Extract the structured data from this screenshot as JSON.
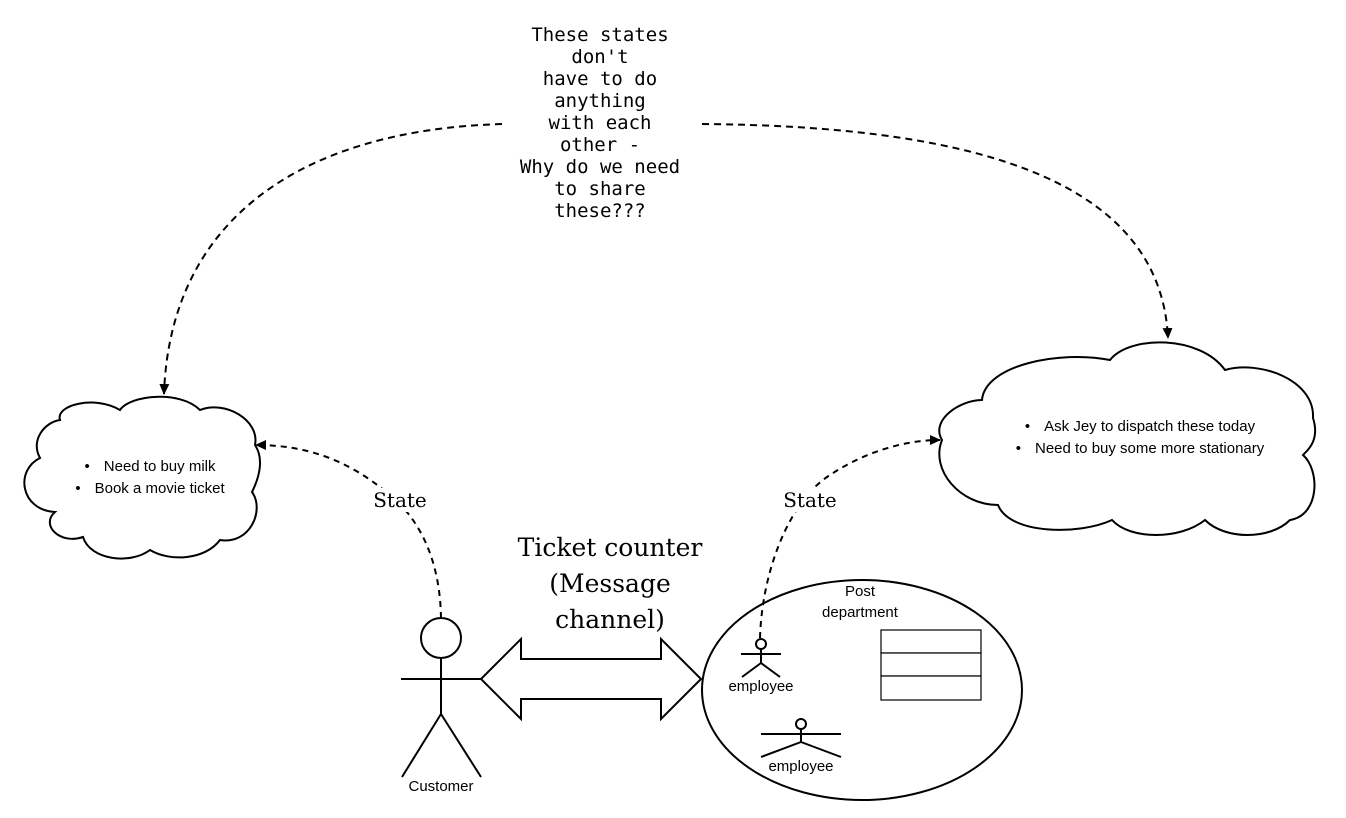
{
  "diagram": {
    "note": {
      "text": "These states\ndon't\nhave to do\nanything\nwith each\nother -\nWhy do we need\nto share\nthese???"
    },
    "left_cloud": {
      "items": [
        "Need to buy milk",
        "Book a movie ticket"
      ]
    },
    "right_cloud": {
      "items": [
        "Ask Jey to dispatch these today",
        "Need to buy some more stationary"
      ]
    },
    "left_state_label": "State",
    "right_state_label": "State",
    "channel_label": {
      "line1": "Ticket counter",
      "line2": "(Message",
      "line3": "channel)"
    },
    "customer": {
      "label": "Customer"
    },
    "post_department": {
      "title_line1": "Post",
      "title_line2": "department",
      "employees": [
        {
          "label": "employee"
        },
        {
          "label": "employee"
        }
      ],
      "table_rows": 3
    },
    "colors": {
      "stroke": "#000000",
      "background": "#ffffff"
    }
  }
}
